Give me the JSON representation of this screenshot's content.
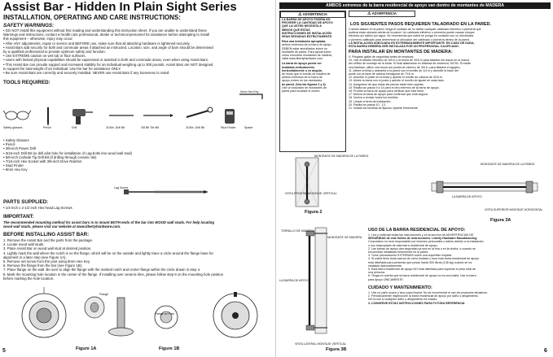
{
  "left": {
    "title": "Assist Bar - Hidden In Plain Sight Series",
    "subtitle": "INSTALLATION, OPERATING AND CARE INSTRUCTIONS:",
    "safety_heading": "SAFETY WARNINGS:",
    "safety_lines": [
      "• DO NOT install this equipment without first reading and understanding this instruction sheet. If you are unable to understand these",
      "  Warnings and Instructions, contact a health care professional, dealer or technical personnel for assistance before attempting to install",
      "  this equipment – otherwise, injury may occur.",
      "• After ANY adjustments, repair or service and BEFORE use, make sure that all attaching hardware is tightened securely.",
      "• Assist Bars add security for both and commode areas if attached as instructed. Location, size, and angle of bars should be determined",
      "  by a qualified professional to provide optimum safety and function.",
      "• Use EXTREME caution on wet tub or floor surfaces.",
      "• Users with limited physical capabilities should be supervised or assisted in both and commode areas, even when using Assist Bars.",
      "• This Assist Bar can provide support and increased stability for an individual weighing up to 300 pounds. Assist Bars are NOT designed",
      "  to support the total weight of an individual. Use the bar for assistance ONLY.",
      "• Be sure Assist Bars are correctly and securely installed. NEVER use Assist Bars if any looseness is noted."
    ],
    "tools_heading": "TOOLS REQUIRED:",
    "tool_labels": [
      "Safety glasses",
      "Pencil",
      "Drill",
      "3/16in. Drill Bit",
      "3/8 Bit Tile Bit",
      "3/16in. Drill Bit",
      "Stud Finder",
      "Spade",
      "9mm Hex Key"
    ],
    "tools_list": [
      "• Safety Glasses",
      "• Pencil",
      "• 3/8-inch Power Drill",
      "• 3/16-inch Drill Bit (to drill pilot hole for installation of Lag-bolts into wood wall stud)",
      "• 5/8-inch Carbide Tip Drill Bit (if drilling through ceramic tile)",
      "• 7/16-inch Hex Socket with 3/8-inch Drive Ratchet",
      "• Stud Finder",
      "• 9mm Hex Key"
    ],
    "lag_screw_label": "Lag Screw",
    "parts_heading": "PARTS SUPPLIED:",
    "parts_lines": [
      "• 1/4-inch x 2-1/2 inch Hex head Lag Screws"
    ],
    "important_heading": "IMPORTANT:",
    "important_lines": [
      "The recommended mounting method for assist bars is to mount BOTH ends of the bar into WOOD wall studs. For help locating",
      "wood wall studs, please visit our website at www.libertyhardware.com."
    ],
    "before_heading": "BEFORE INSTALLING ASSIST BAR:",
    "before_lines": [
      "1. Remove the Assist Bar and the parts from the package.",
      "2. Locate wood wall studs.",
      "3. Place Assist Bar on wood wall stud at desired position.",
      "4. Lightly mark the wall where the notch is on the flange, which will be on the outside and lightly trace a circle around the flange base for",
      "   alignment in a later step (see Figure 1A).",
      "5. Remove set screw from the post using 9mm Hex Key.",
      "6. Remove the flange from the bar (see Figure 1B).",
      "7. Place flange on the wall. Be sure to align the flange with the marked notch and center flange within the circle drawn in step 4.",
      "8. Mark the mounting hole location in the center of the flange. If installing over ceramic tiles, please follow step 9 on the mounting hole position",
      "   before marking the hole location."
    ],
    "fig1a_label": "Figure 1A",
    "fig1b_label": "Figure 1B",
    "flange_label": "Flange",
    "flange_post_label": "Flange w/ Post",
    "page_number": "5"
  },
  "right": {
    "banner": "AMBOS extremos de la barra residencial de apoyo van dentro de montantes de MADERA",
    "advertencia": "ADVERTENCIA",
    "warn_lines": [
      "LA BARRA DE APOYO PODRÍA NO",
      "PROVEER LA CANTIDAD DE APOYO",
      "QUE LA USTED NECESITA A",
      "MENOS QUE ESTAS",
      "INSTRUCCIONES DE INSTALACIÓN",
      "SEAN SEGUIDAS ESTRICTAMENTE.",
      "Para una instalación apropiada,",
      "ambos extremos de la barra de apoyo",
      "DEBEN estar atornillados sobre un",
      "montante de pared. Para ayuda sobre",
      "cómo encontrar montantes de madera,",
      "visite www.libertyhardware.com.",
      "La barra de apoyo puede ser",
      "instalada verticalmente,",
      "horizontalmente o en ángulo,",
      "de modo que el tornillo de madera de",
      "ambos extremos de la barra de",
      "apoyo entren en los montantes",
      "de pared. (Vea las figuras 2 y 3).",
      "Use un buscador de montantes de",
      "pared para localizar el centro."
    ],
    "steps_heading": "LOS SIGUIENTES PASOS REQUIEREN TALADRADO EN LA PARED.",
    "steps_intro": [
      "Cuando taladre en la pared, tenga el cuidado de no dañar cualquier cableado eléctrico o plomería que",
      "pudiera estar ubicado detrás de la pared. Un cableado eléctrico o plomería puede causar choque",
      "eléctrico y/o daños por agua. Se recomienda que usted se ponga en contacto con un electricista",
      "o plomero calificado para determinar la ubicación del cableado o plomería dentro de la pared.",
      "LA INSTALACIÓN ADECUADA ES EXTREMADAMENTE IMPORTANTE. EN CASO DE DUDA,",
      "ESTA BARRA DEBERÍA SER INSTALADA POR UN PROFESIONAL CALIFICADO."
    ],
    "install_heading": "PARA INSTALAR EN MONTANTES DE MADERA:",
    "install_lines": [
      "9.  Póngase gafas de seguridad antes de empezar.",
      "10. Use el taladro eléctrico de 3/8 in y la broca de 3/16 in para taladrar los hoyos en la marca",
      "    del orificio de montaje de la brida. Si está taladrando en baldosa de cerámica, NOTA: Si existe",
      "    una baldosa, utilice una broca con punta de carburo de 3/8 in. para taladrar el agujero.",
      "11. Alinee la brida y arandela a la pared con el tornillo de 1/4 in y atornille la base del",
      "    poste con la llave de cabeza hexagonal de 7/16 in.",
      "12. Atornille el poste en la brida y apriete el tornillo de cabeza de 3/16 in.",
      "13. Alinee la barra con el poste y apriete el tornillo de ajuste en cada lado.",
      "14. Asegúrese de que todas las piezas están bien sujetas.",
      "15. Repita los pasos 9 a 14 para el otro extremo de la barra de apoyo.",
      "16. Pruebe la barra de apoyo para verificar que está firme.",
      "17. Mueva la barra de apoyo para confirmar que está segura.",
      "18. Vuelva a revisar todos los tornillos.",
      "19. Limpie el área de instalación.",
      "20. Repita los pasos 10 - 13.",
      "21. Instale los tornillos de fijación. Apriete firmemente."
    ],
    "fig2_label": "Figura 2",
    "fig2_wall_label": "MONTANTE DE MADERA DE LA PARED",
    "fig2_top_label": "VISTA FRONTAL MONTAJE VERTICAL",
    "fig3a_label": "Figura 3A",
    "fig3a_top": "MONTANTE DE MADERA DE LA PARED",
    "fig3a_bar": "LA BARRA DE APOYO",
    "fig3a_view": "VISTA SUPERIOR MONTAJE HORIZONTAL",
    "fig3b_label": "Figura 3B",
    "fig3b_screw": "TORNILLO DE MADERA",
    "fig3b_bar": "LA BARRA DE APOYO",
    "fig3b_stud": "MONTANTE DE MADERA",
    "fig3b_view": "VISTA LATERAL MONTAJE VERTICAL",
    "use_heading": "USO DE LA BARRA RESIDENCIAL DE APOYO:",
    "use_lines": [
      "1.  Lea y entienda todas las instrucciones y en la sección de ADVERTENCIAS DE",
      "    SEGURIDAD de este folleto de instrucciones. Liberty Hardware Manufacturing",
      "    Corporation no será responsable por lesiones personales o daños debido a la instalación",
      "    o uso inapropiado de esta barra residencial de apoyo.",
      "2.  Las barras de apoyo dan seguridad ya sea en la tina o en la ducha, o cuando se",
      "    encuentran instaladas firmemente en la pared.",
      "3.  Tome precauciones EXTREMAS sobre una superficie mojada.",
      "4.  Si usted tiene duda acerca de cómo instalar o usar esta barra residencial de apoyo",
      "    esta diseñada para personas que pesan hasta 300 libras (136 kg) cuando se ha",
      "    instalado adecuadamente.",
      "5.  Esta barra residencial de apoyo NO está diseñada para soportar el peso total de",
      "    una persona.",
      "6.  Tenga en cuenta que la barra residencial de apoyo no es una toalla. Use la barra",
      "    para apoyo ÚNICAMENTE."
    ],
    "care_heading": "CUIDADO Y MANTENIMIENTO:",
    "care_lines": [
      "1.  Use un paño suave y seco para limpiar. No se recomienda el uso de productos abrasivos.",
      "2.  Periódicamente inspeccione la barra residencial de apoyo por daño o aflojamiento.",
      "    NO la use si cualquier daño o aflojamiento es notado.",
      "3.  CONSERVE ESTAS INSTRUCCIONES PARA FUTURA REFERENCIA."
    ],
    "page_number": "6"
  }
}
